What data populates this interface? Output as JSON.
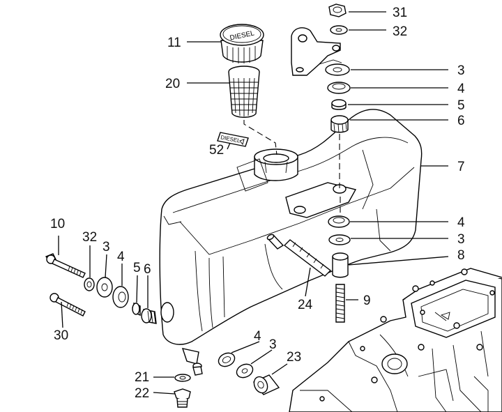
{
  "diagram": {
    "callouts": {
      "c31": "31",
      "c32a": "32",
      "c3a": "3",
      "c4a": "4",
      "c5a": "5",
      "c6a": "6",
      "c7": "7",
      "c4b": "4",
      "c3b": "3",
      "c8": "8",
      "c9": "9",
      "c11": "11",
      "c20": "20",
      "c52": "52",
      "c24": "24",
      "c10": "10",
      "c32b": "32",
      "c3c": "3",
      "c4c": "4",
      "c5b": "5",
      "c6b": "6",
      "c30": "30",
      "c4d": "4",
      "c3d": "3",
      "c23": "23",
      "c21": "21",
      "c22": "22"
    },
    "cap_text": "DIESEL",
    "decal_text": "DIESEL"
  }
}
